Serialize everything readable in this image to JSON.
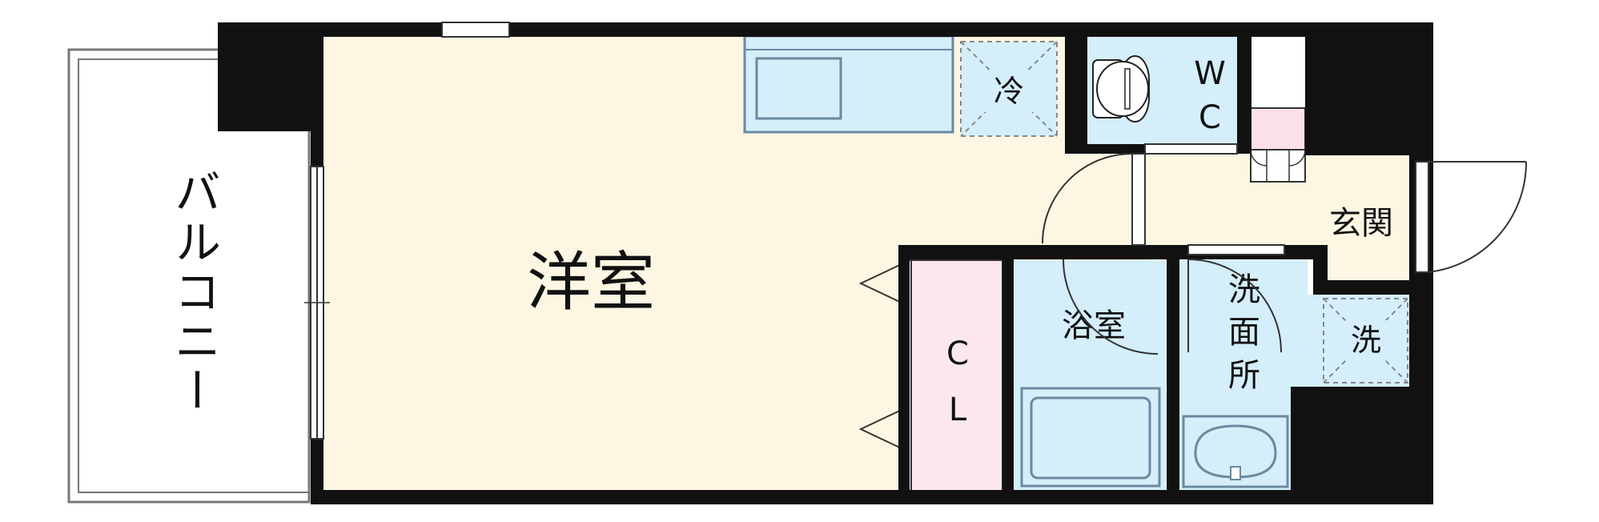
{
  "rooms": {
    "balcony": "バルコニー",
    "western_room": "洋室",
    "closet_c": "C",
    "closet_l": "L",
    "bathroom": "浴室",
    "washroom_1": "洗",
    "washroom_2": "面",
    "washroom_3": "所",
    "entrance": "玄関",
    "toilet_w": "W",
    "toilet_c": "C",
    "fridge": "冷",
    "washer": "洗"
  },
  "colors": {
    "wall": "#111111",
    "floor_western": "#fdf6e3",
    "floor_wet": "#d4eefa",
    "closet": "#fce6ef",
    "shoe_cabinet": "#fbe0e8",
    "fixture_stroke": "#6a8aa0"
  }
}
